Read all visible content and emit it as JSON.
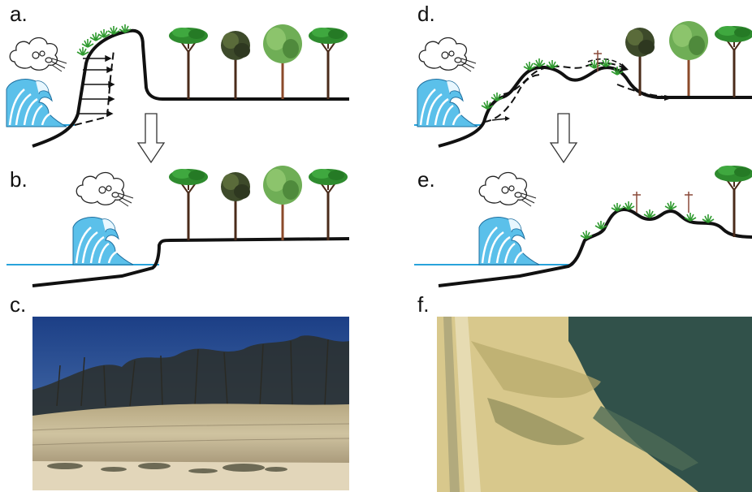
{
  "panels": {
    "a": {
      "label": "a."
    },
    "b": {
      "label": "b."
    },
    "c": {
      "label": "c."
    },
    "d": {
      "label": "d."
    },
    "e": {
      "label": "e."
    },
    "f": {
      "label": "f."
    }
  },
  "colors": {
    "wave": "#2fa6dc",
    "sea_line": "#29a3db",
    "ground": "#111111",
    "tree_green": "#2f8f2f",
    "sky": "#2a4f8f",
    "cliff_sand": "#cbbf97",
    "beach_sand": "#d9c88f",
    "water_dark": "#31514a"
  },
  "icons": [
    "wind-cloud-icon",
    "wave-icon",
    "tree-icon",
    "arrow-down-icon",
    "pole-icon",
    "grass-icon"
  ]
}
